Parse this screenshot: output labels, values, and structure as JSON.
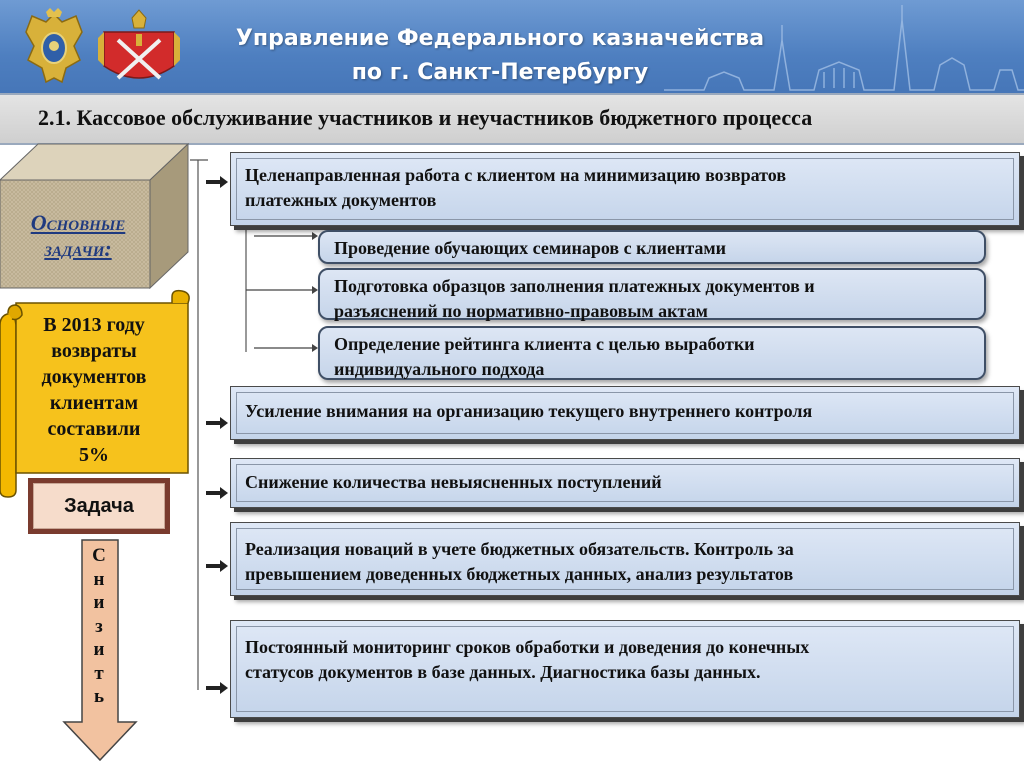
{
  "header": {
    "title_line1": "Управление Федерального казначейства",
    "title_line2": "по г. Санкт-Петербургу"
  },
  "subtitle": "2.1. Кассовое обслуживание участников и неучастников бюджетного процесса",
  "left_panel": {
    "cube_line1": "Основные",
    "cube_line2": "задачи:",
    "scroll_lines": [
      "В 2013 году",
      "возвраты",
      "документов",
      "клиентам",
      "составили",
      "5%"
    ],
    "task_label": "Задача",
    "arrow_letters": [
      "С",
      "н",
      "и",
      "з",
      "и",
      "т",
      "ь"
    ]
  },
  "tasks": {
    "t1": [
      "Целенаправленная работа с клиентом на минимизацию возвратов",
      "платежных документов"
    ],
    "sub1": [
      "Проведение обучающих семинаров с клиентами"
    ],
    "sub2": [
      "Подготовка образцов заполнения платежных документов и",
      "разъяснений  по нормативно-правовым актам"
    ],
    "sub3": [
      "Определение рейтинга клиента с целью выработки",
      "индивидуального подхода"
    ],
    "t2": [
      "Усиление внимания на организацию текущего внутреннего контроля"
    ],
    "t3": [
      "Снижение количества невыясненных поступлений"
    ],
    "t4": [
      "Реализация новаций в учете бюджетных обязательств. Контроль за",
      "превышением доведенных бюджетных данных, анализ результатов"
    ],
    "t5": [
      "Постоянный мониторинг сроков обработки и доведения до конечных",
      "статусов документов в базе данных. Диагностика базы данных."
    ]
  },
  "colors": {
    "header_blue": "#4e7fc0",
    "cube_text": "#1f3a80",
    "scroll_yellow": "#f6c21c",
    "arrow_peach": "#f2c2a0",
    "task_border": "#7a3b2e",
    "box_fill": "#c4d4ea"
  },
  "icons": [
    "russian-coat-of-arms-emblem",
    "st-petersburg-coat-of-arms-emblem",
    "city-skyline-silhouette"
  ]
}
